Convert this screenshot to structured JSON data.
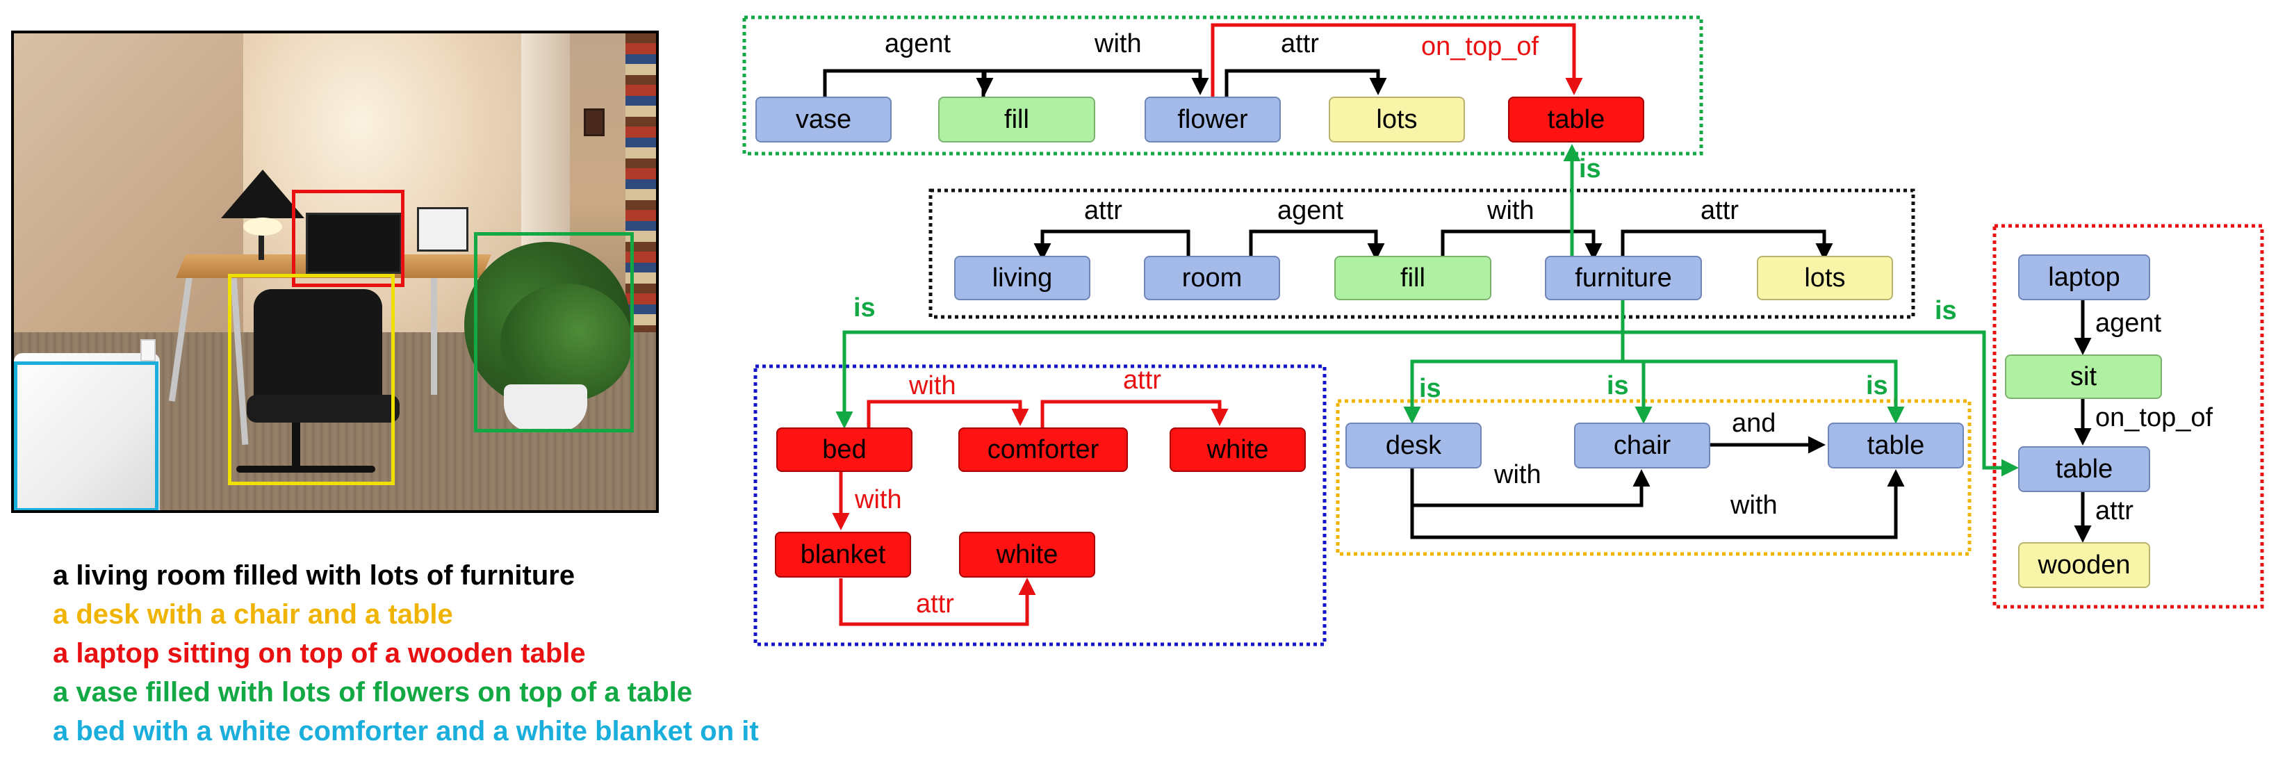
{
  "captions": [
    {
      "text": "a living room filled with lots of furniture",
      "color": "#000000"
    },
    {
      "text": "a desk with a chair and a table",
      "color": "#f0b400"
    },
    {
      "text": "a laptop sitting on top of a wooden table",
      "color": "#e81010"
    },
    {
      "text": "a vase filled with lots of flowers on top of a table",
      "color": "#12a843"
    },
    {
      "text": "a bed with a white comforter and a white blanket on it",
      "color": "#1aaedc"
    }
  ],
  "region_colors": {
    "black": "#000000",
    "yellow": "#f0b400",
    "red": "#e81010",
    "green": "#12a843",
    "blue": "#1aaedc",
    "graph_blue": "#1414c8"
  },
  "node_colors": {
    "object": "#a4bae8",
    "relation": "#b0f0a2",
    "attribute": "#f9f5a8",
    "highlight": "#ff1212"
  },
  "graph": {
    "green_group": {
      "nodes": {
        "vase": "vase",
        "fill": "fill",
        "flower": "flower",
        "lots": "lots",
        "table": "table"
      },
      "edges": {
        "agent": "agent",
        "with": "with",
        "attr": "attr",
        "on_top_of": "on_top_of"
      }
    },
    "black_group": {
      "nodes": {
        "living": "living",
        "room": "room",
        "fill": "fill",
        "furniture": "furniture",
        "lots": "lots"
      },
      "edges": {
        "attr1": "attr",
        "agent": "agent",
        "with": "with",
        "attr2": "attr"
      }
    },
    "blue_group": {
      "nodes": {
        "bed": "bed",
        "comforter": "comforter",
        "white1": "white",
        "blanket": "blanket",
        "white2": "white"
      },
      "edges": {
        "with1": "with",
        "attr1": "attr",
        "with2": "with",
        "attr2": "attr"
      }
    },
    "yellow_group": {
      "nodes": {
        "desk": "desk",
        "chair": "chair",
        "table": "table"
      },
      "edges": {
        "and": "and",
        "with1": "with",
        "with2": "with"
      }
    },
    "red_group": {
      "nodes": {
        "laptop": "laptop",
        "sit": "sit",
        "table": "table",
        "wooden": "wooden"
      },
      "edges": {
        "agent": "agent",
        "on_top_of": "on_top_of",
        "attr": "attr"
      }
    },
    "links": {
      "is_green": "is",
      "is_blue": "is",
      "is_desk": "is",
      "is_chair": "is",
      "is_table": "is",
      "is_red": "is"
    }
  }
}
